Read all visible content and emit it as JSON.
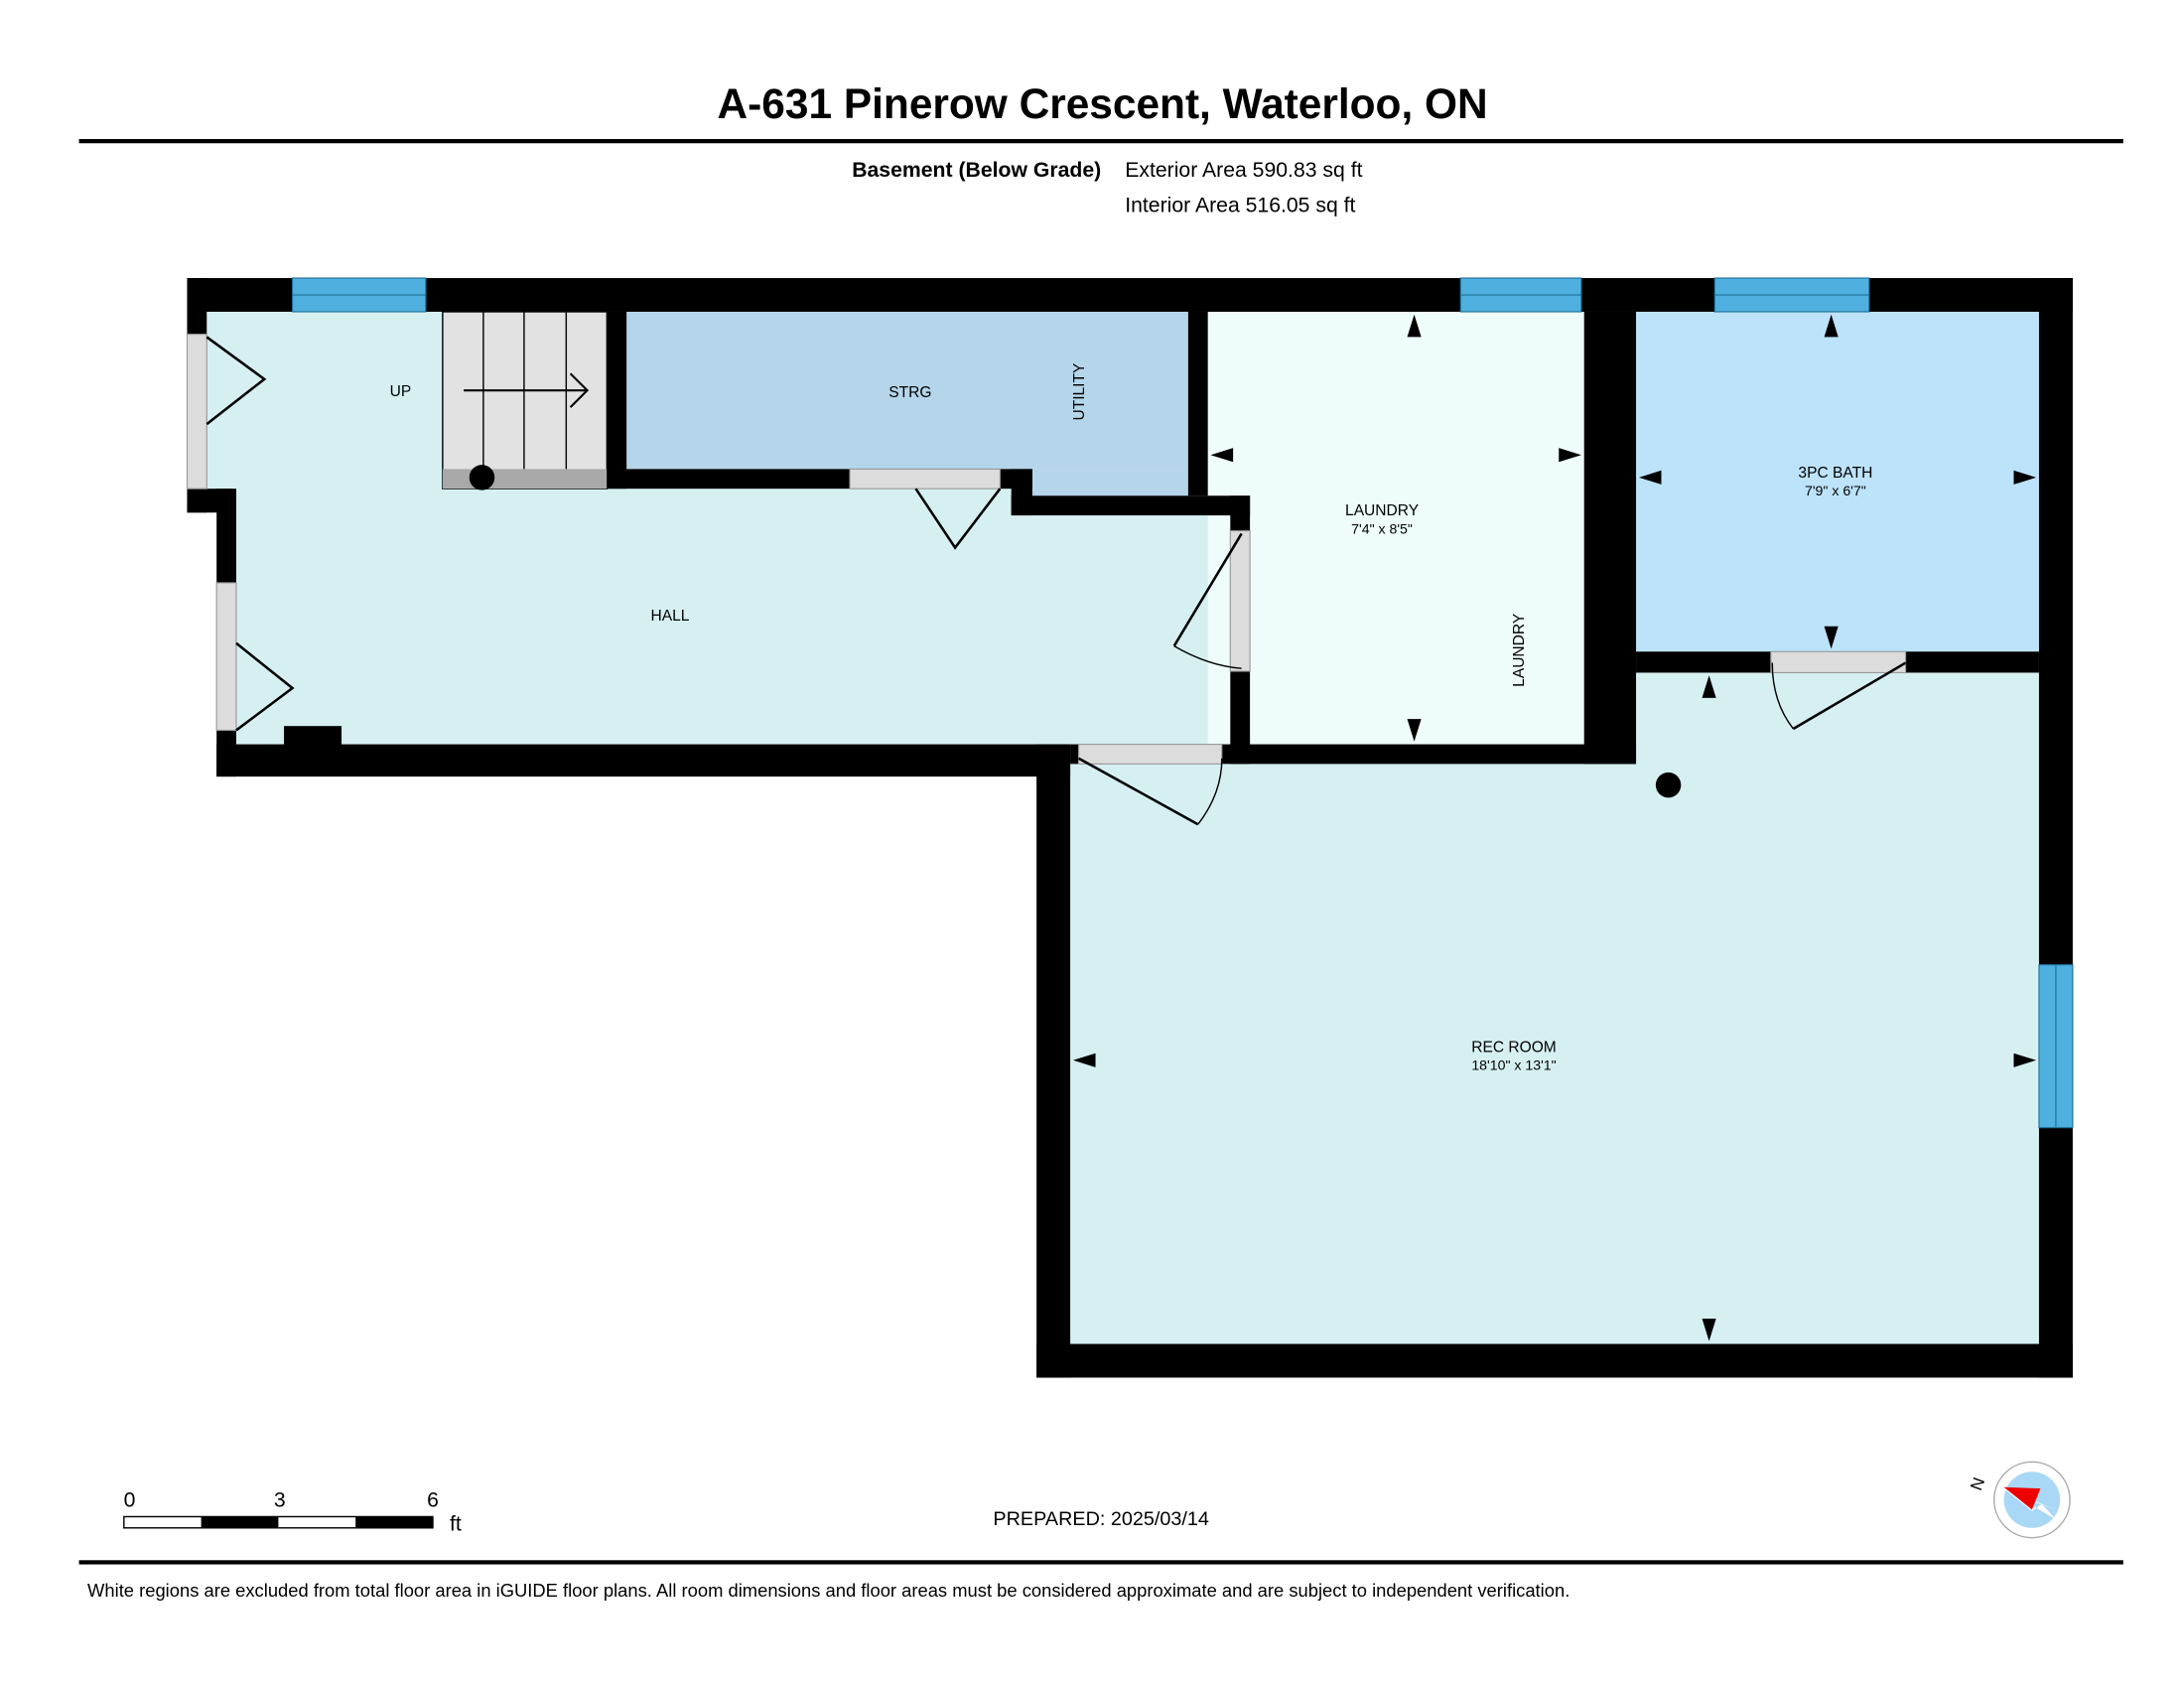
{
  "title": "A-631 Pinerow Crescent, Waterloo, ON",
  "summary": {
    "level": "Basement (Below Grade)",
    "exterior": "Exterior Area 590.83 sq ft",
    "interior": "Interior Area 516.05 sq ft"
  },
  "rooms": {
    "up": "UP",
    "strg": "STRG",
    "utility": "UTILITY",
    "hall": "HALL",
    "laundry": "LAUNDRY",
    "laundry_dim": "7'4\" x 8'5\"",
    "laundry_tag": "LAUNDRY",
    "bath": "3PC BATH",
    "bath_dim": "7'9\" x 6'7\"",
    "rec": "REC ROOM",
    "rec_dim": "18'10\" x 13'1\""
  },
  "scale": {
    "t0": "0",
    "t3": "3",
    "t6": "6",
    "unit": "ft"
  },
  "prepared": "PREPARED: 2025/03/14",
  "compass_label": "N",
  "footer": "White regions are excluded from total floor area in iGUIDE floor plans. All room dimensions and floor areas must be considered approximate and are subject to independent verification.",
  "colors": {
    "hall": "#d6f0f2",
    "storage": "#b5d5ea",
    "laundry": "#eefcfb",
    "bath": "#bde3fb",
    "window": "#4fb0e0",
    "wall": "#000000"
  }
}
